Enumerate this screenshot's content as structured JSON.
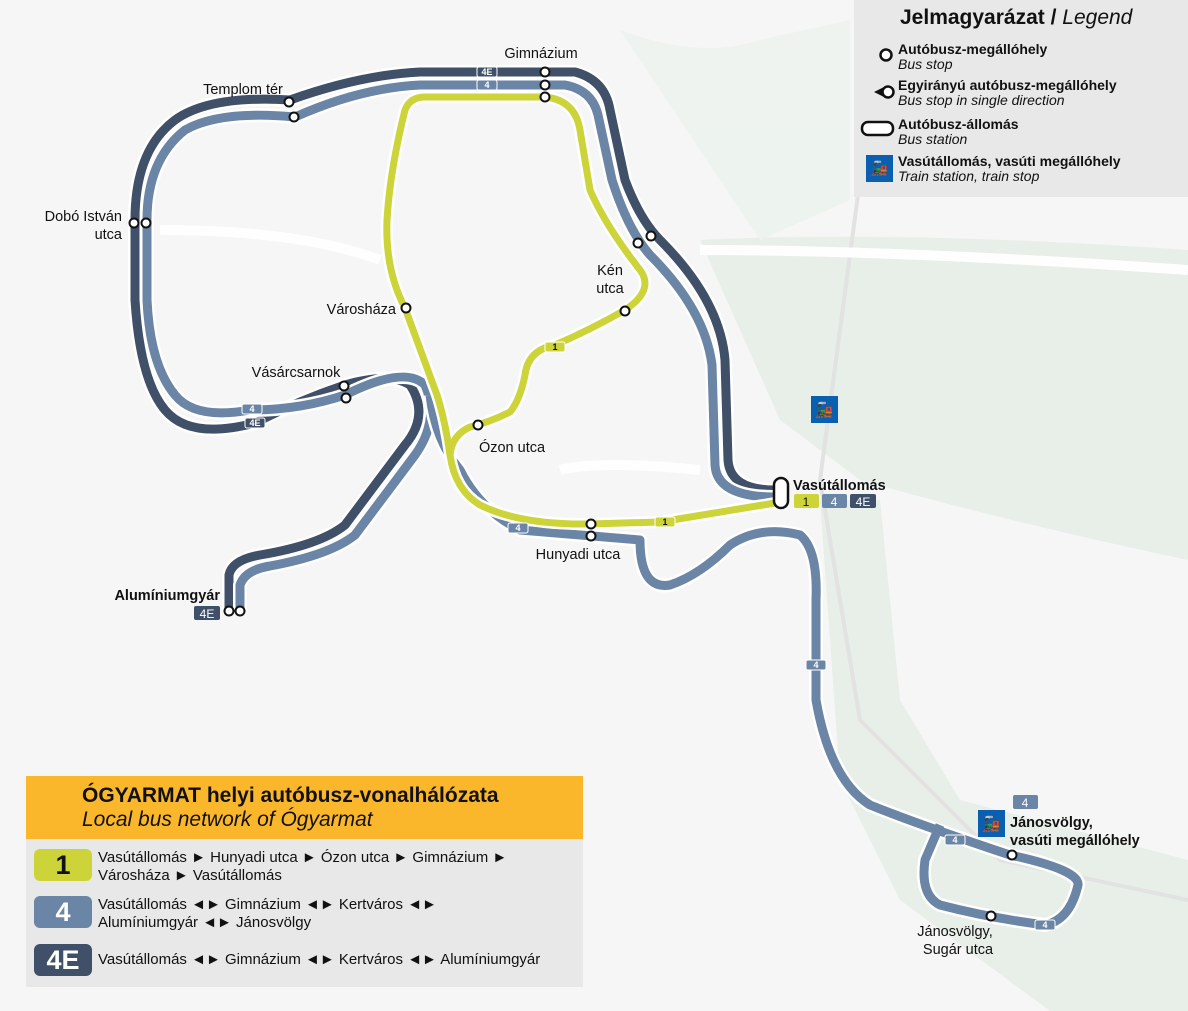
{
  "legend": {
    "title": "Jelmagyarázat /",
    "title_en": "Legend",
    "items": [
      {
        "icon": "bus-stop-icon",
        "hu": "Autóbusz-megállóhely",
        "en": "Bus stop"
      },
      {
        "icon": "single-direction-stop-icon",
        "hu": "Egyirányú autóbusz-megállóhely",
        "en": "Bus stop in single direction"
      },
      {
        "icon": "bus-station-icon",
        "hu": "Autóbusz-állomás",
        "en": "Bus station"
      },
      {
        "icon": "train-icon",
        "hu": "Vasútállomás, vasúti megállóhely",
        "en": "Train station, train stop"
      }
    ]
  },
  "panel": {
    "title": "ÓGYARMAT helyi autóbusz-vonalhálózata",
    "subtitle": "Local bus network of Ógyarmat",
    "routes": [
      {
        "id": "1",
        "color": "#cdd439",
        "text_color": "#111111",
        "desc": "Vasútállomás ► Hunyadi utca ► Ózon utca ► Gimnázium ► Városháza ► Vasútállomás"
      },
      {
        "id": "4",
        "color": "#6a85a5",
        "text_color": "#ffffff",
        "desc": "Vasútállomás ◄► Gimnázium ◄► Kertváros ◄► Alumíniumgyár ◄► Jánosvölgy"
      },
      {
        "id": "4E",
        "color": "#3f5068",
        "text_color": "#ffffff",
        "desc": "Vasútállomás ◄► Gimnázium ◄► Kertváros ◄► Alumíniumgyár"
      }
    ]
  },
  "stops": {
    "gimnazium": "Gimnázium",
    "templom": "Templom tér",
    "dobo1": "Dobó István",
    "dobo2": "utca",
    "varoshaza": "Városháza",
    "ken1": "Kén",
    "ken2": "utca",
    "vasarcsarnok": "Vásárcsarnok",
    "ozon": "Ózon utca",
    "hunyadi": "Hunyadi utca",
    "vasutallomas": "Vasútállomás",
    "aluminium": "Alumíniumgyár",
    "janosvolgy_v1": "Jánosvölgy,",
    "janosvolgy_v2": "vasúti megállóhely",
    "janosvolgy_s1": "Jánosvölgy,",
    "janosvolgy_s2": "Sugár utca"
  }
}
